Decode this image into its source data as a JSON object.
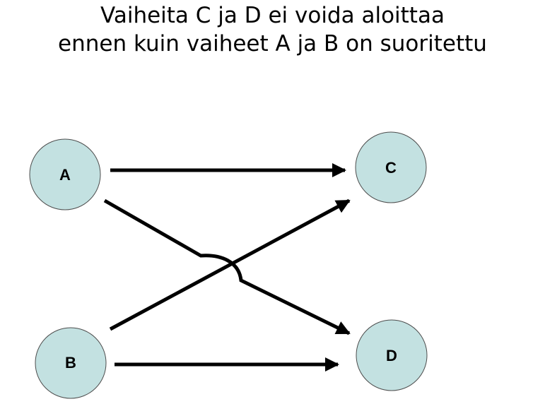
{
  "title": {
    "line1": "Vaiheita C ja D ei voida aloittaa",
    "line2": "ennen kuin vaiheet A ja B on suoritettu"
  },
  "nodes": [
    {
      "id": "A",
      "label": "A"
    },
    {
      "id": "B",
      "label": "B"
    },
    {
      "id": "C",
      "label": "C"
    },
    {
      "id": "D",
      "label": "D"
    }
  ],
  "edges": [
    {
      "from": "A",
      "to": "C"
    },
    {
      "from": "A",
      "to": "D"
    },
    {
      "from": "B",
      "to": "C"
    },
    {
      "from": "B",
      "to": "D"
    }
  ],
  "colors": {
    "node_fill": "#c3e1e1",
    "node_stroke": "#4d4d4d",
    "arrow": "#000000",
    "text": "#000000"
  }
}
